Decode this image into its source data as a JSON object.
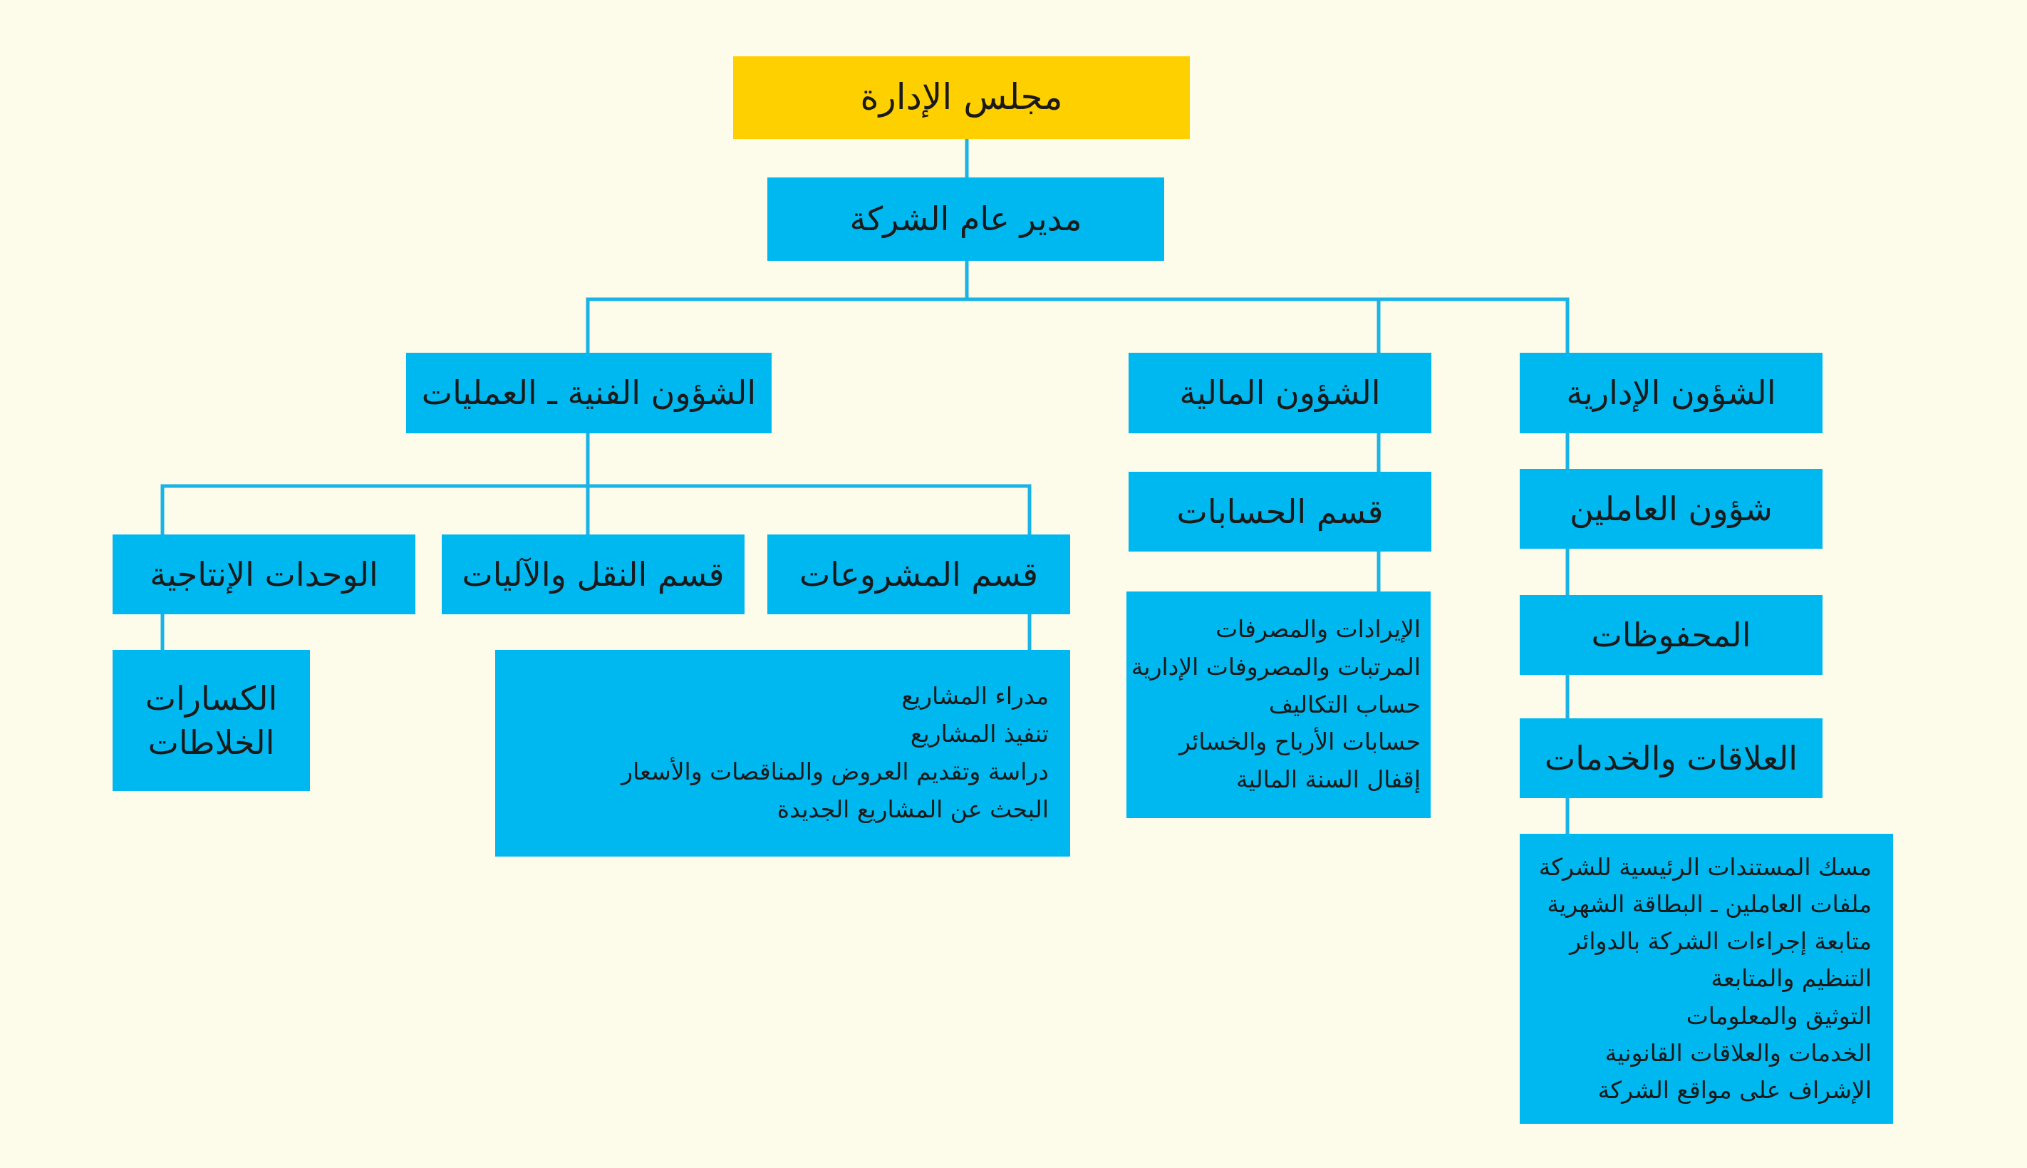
{
  "board": "مجلس الإدارة",
  "gm": "مدير عام الشركة",
  "technical": {
    "title": "الشؤون الفنية ـ العمليات",
    "projects": {
      "title": "قسم المشروعات",
      "items": [
        "مدراء المشاريع",
        "تنفيذ المشاريع",
        "دراسة وتقديم العروض والمناقصات والأسعار",
        "البحث عن المشاريع الجديدة"
      ]
    },
    "transport": {
      "title": "قسم النقل والآليات"
    },
    "production": {
      "title": "الوحدات الإنتاجية",
      "units": [
        "الكسارات",
        "الخلاطات"
      ]
    }
  },
  "financial": {
    "title": "الشؤون المالية",
    "accounts": {
      "title": "قسم الحسابات",
      "items": [
        "الإيرادات والمصرفات",
        "المرتبات والمصروفات الإدارية",
        "حساب التكاليف",
        "حسابات الأرباح والخسائر",
        "إقفال السنة المالية"
      ]
    }
  },
  "administrative": {
    "title": "الشؤون الإدارية",
    "staff": "شؤون العاملين",
    "archives": "المحفوظات",
    "relations": {
      "title": "العلاقات والخدمات",
      "items": [
        "مسك المستندات الرئيسية للشركة",
        "ملفات العاملين ـ البطاقة الشهرية",
        "متابعة إجراءات الشركة بالدوائر",
        "التنظيم والمتابعة",
        "التوثيق والمعلومات",
        "الخدمات والعلاقات القانونية",
        "الإشراف على مواقع الشركة"
      ]
    }
  },
  "colors": {
    "background": "#fdfcea",
    "board_fill": "#ffd000",
    "node_fill": "#00b8f0",
    "connector": "#1ab3e6"
  }
}
